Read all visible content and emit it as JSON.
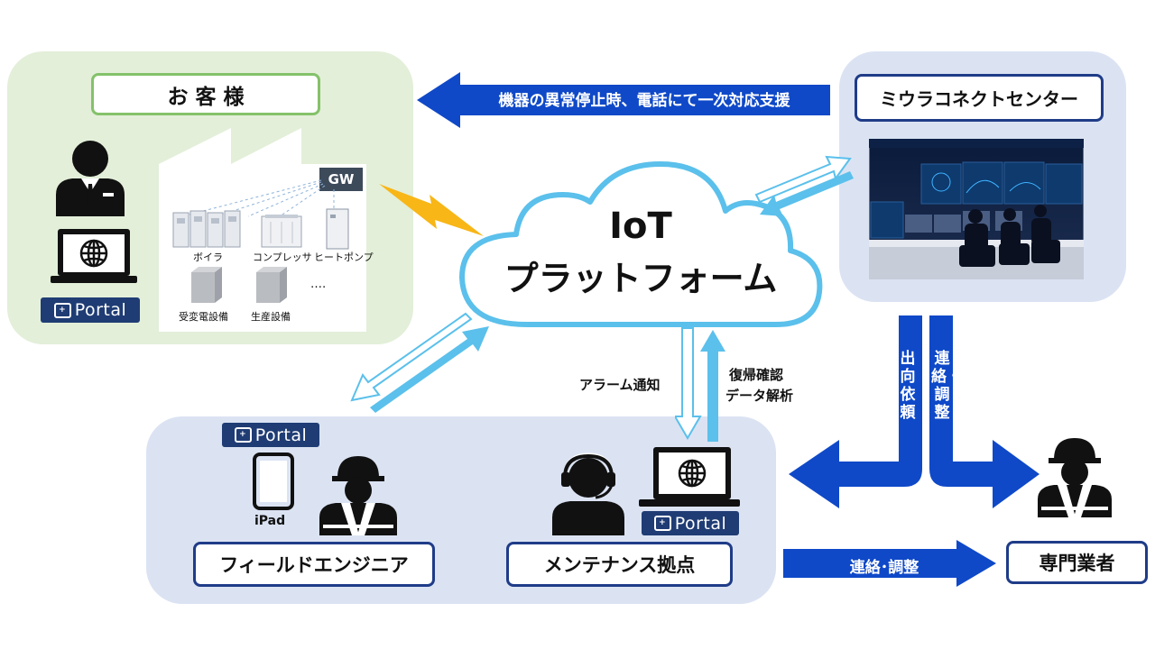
{
  "customer": {
    "title": "お 客 様",
    "gw": "GW",
    "equipment": {
      "boiler": "ボイラ",
      "compressor": "コンプレッサ",
      "heat_pump": "ヒートポンプ",
      "substation": "受変電設備",
      "production": "生産設備",
      "ellipsis": "‥‥"
    }
  },
  "center": {
    "title": "ミウラコネクトセンター"
  },
  "support_arrow": {
    "label": "機器の異常停止時、電話にて一次対応支援"
  },
  "cloud": {
    "line1": "IoT",
    "line2": "プラットフォーム"
  },
  "portal_label": "Portal",
  "field": {
    "title": "フィールドエンジニア",
    "device": "iPad"
  },
  "maintenance": {
    "title": "メンテナンス拠点"
  },
  "alarm_label": "アラーム通知",
  "recovery_label": "復帰確認",
  "analysis_label": "データ解析",
  "dispatch_label": "出向依頼",
  "contact_vertical_label": "連絡・調整",
  "contact_horizontal_label": "連絡･調整",
  "specialist": {
    "title": "専門業者"
  },
  "colors": {
    "navy": "#1f3c88",
    "arrow_blue": "#0f49c8",
    "light_blue": "#5bc0eb",
    "green_border": "#84c26a"
  }
}
